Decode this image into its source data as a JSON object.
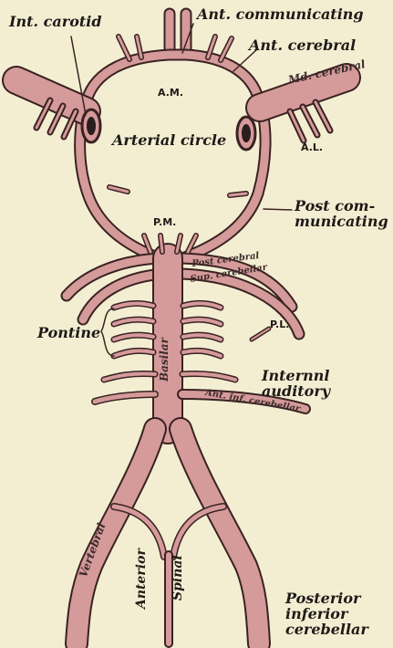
{
  "labels": {
    "int_carotid": "Int. carotid",
    "ant_communicating": "Ant. communicating",
    "ant_cerebral": "Ant. cerebral",
    "md_cerebral": "Md. cerebral",
    "am": "A.M.",
    "al": "A.L.",
    "arterial_circle": "Arterial circle",
    "post_communicating": "Post com-\nmunicating",
    "pm": "P.M.",
    "post_cerebral": "Post cerebral",
    "sup_cerebellar": "Sup. cerebellar",
    "pl": "P.L.",
    "pontine": "Pontine",
    "basilar": "Basilar",
    "internal_auditory": "Internnl\nauditory",
    "ant_inf_cerebellar": "Ant. inf. cerebellar",
    "vertebral": "Vertebral",
    "anterior": "Anterior",
    "spinal": "Spinal",
    "posterior_inferior_cerebellar": "Posterior\ninferior\ncerebellar"
  },
  "colors": {
    "background": "#f3eed2",
    "vessel_fill": "#d59a9a",
    "vessel_outline": "#3a2222",
    "text": "#1f1a17"
  }
}
